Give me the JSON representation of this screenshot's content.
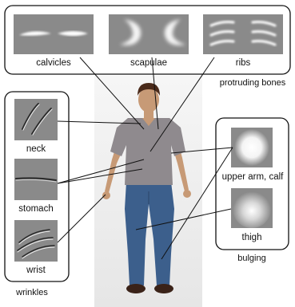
{
  "groups": {
    "protruding_bones": {
      "title": "protruding bones",
      "items": [
        "calvicles",
        "scapulae",
        "ribs"
      ]
    },
    "wrinkles": {
      "title": "wrinkles",
      "items": [
        "neck",
        "stomach",
        "wrist"
      ]
    },
    "bulging": {
      "title": "bulging",
      "items": [
        "upper arm, calf",
        "thigh"
      ]
    }
  },
  "colors": {
    "shirt": "#8f8a8e",
    "jeans": "#3c5f8c",
    "skin": "#c79a76",
    "hair": "#4a2a1a",
    "shoes": "#3a2218",
    "thumb_bg": "#8a8a8a",
    "backdrop": "#f0f0f0"
  }
}
